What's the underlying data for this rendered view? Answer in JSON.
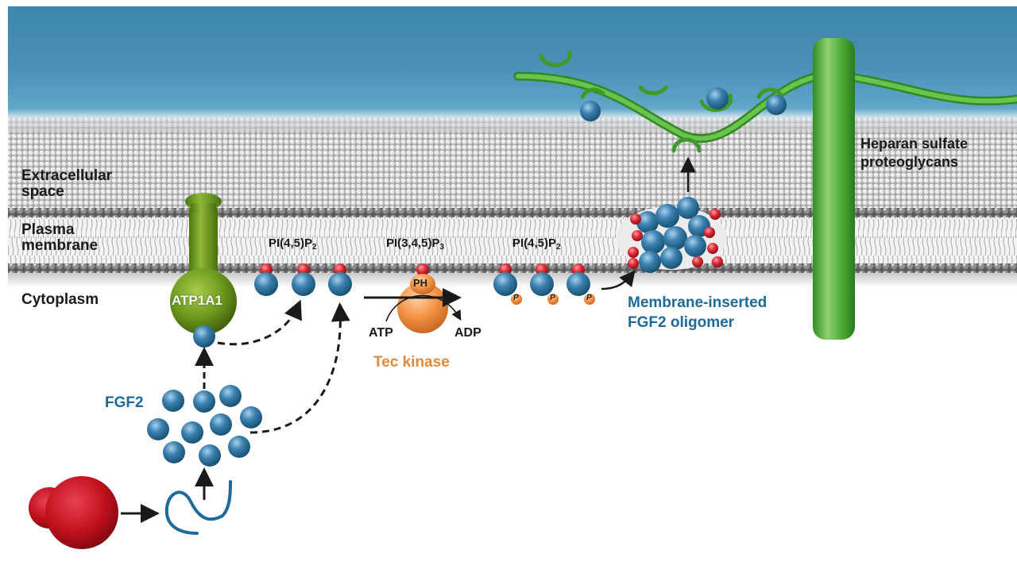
{
  "figure": {
    "regions": {
      "extracellular": "Extracellular\nspace",
      "membrane": "Plasma\nmembrane",
      "cytoplasm": "Cytoplasm"
    },
    "labels": {
      "atp1a1": "ATP1A1",
      "fgf2": "FGF2",
      "pip2_left": {
        "base": "PI(4,5)P",
        "sub": "2"
      },
      "pip3": {
        "base": "PI(3,4,5)P",
        "sub": "3"
      },
      "pip2_right": {
        "base": "PI(4,5)P",
        "sub": "2"
      },
      "ph_domain": "PH",
      "phospho": "P",
      "atp": "ATP",
      "adp": "ADP",
      "tec_kinase": "Tec kinase",
      "oligomer_line1": "Membrane-inserted",
      "oligomer_line2": "FGF2 oligomer",
      "hspg_line1": "Heparan sulfate",
      "hspg_line2": "proteoglycans"
    },
    "colors": {
      "extracellular_top": "#3d86ac",
      "extracellular_bottom": "#5ea4c6",
      "membrane_gray": "#9a9a9a",
      "fgf2_blue": "#2a6f9e",
      "lipid_head_red": "#d8283a",
      "atp1a1_green": "#6d9a1e",
      "hspg_green": "#4aa52e",
      "tec_orange": "#f08a3a",
      "ribosome_red": "#c4101e",
      "label_blue": "#1d6a9a",
      "label_orange": "#e08a3c"
    }
  }
}
